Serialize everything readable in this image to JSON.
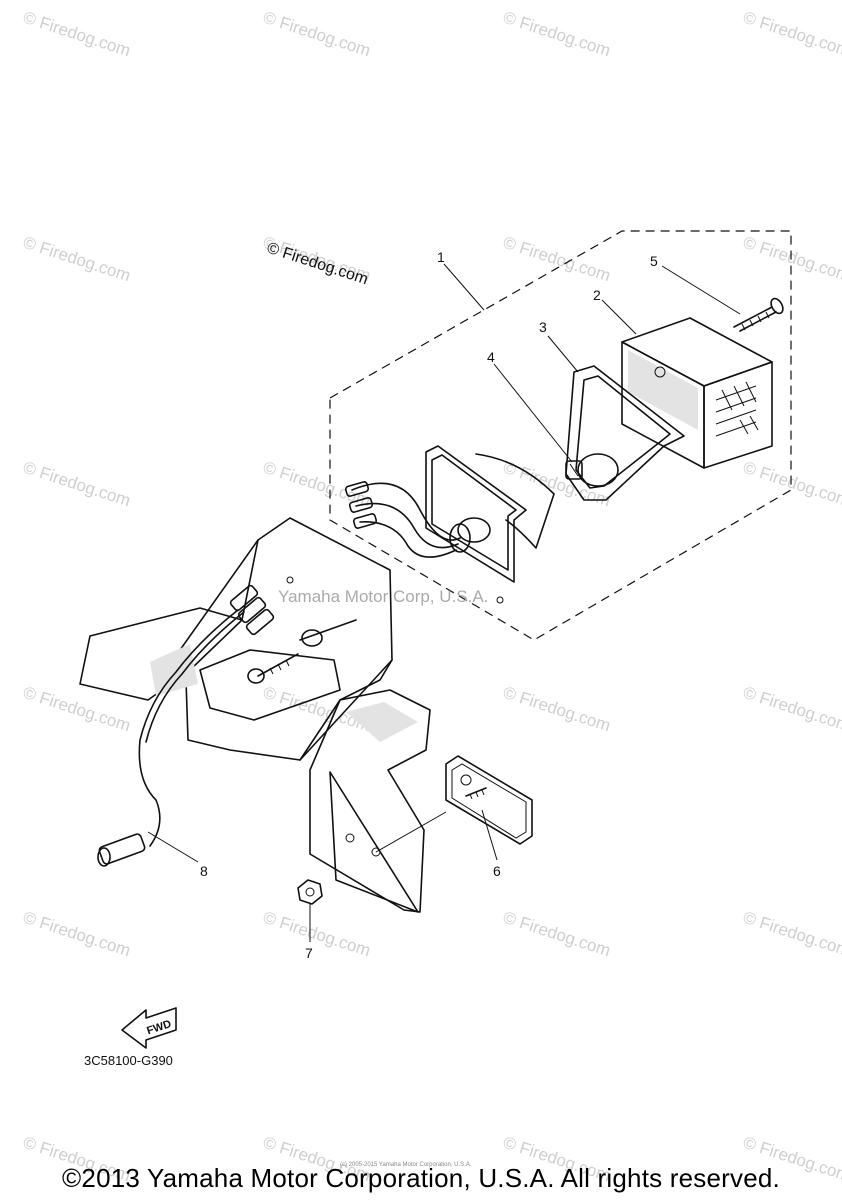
{
  "watermark": {
    "text": "© Firedog.com"
  },
  "diagram_label": "© Firedog.com",
  "overlay_notice": "Yamaha Motor Corp, U.S.A.",
  "callouts": {
    "c1": "1",
    "c2": "2",
    "c3": "3",
    "c4": "4",
    "c5": "5",
    "c6": "6",
    "c7": "7",
    "c8": "8"
  },
  "fwd_label": "FWD",
  "reference_code": "3C58100-G390",
  "center_notice": "(c) 2005-2015 Yamaha Motor Corporation, U.S.A.",
  "footer": "©2013 Yamaha Motor Corporation, U.S.A. All rights reserved."
}
